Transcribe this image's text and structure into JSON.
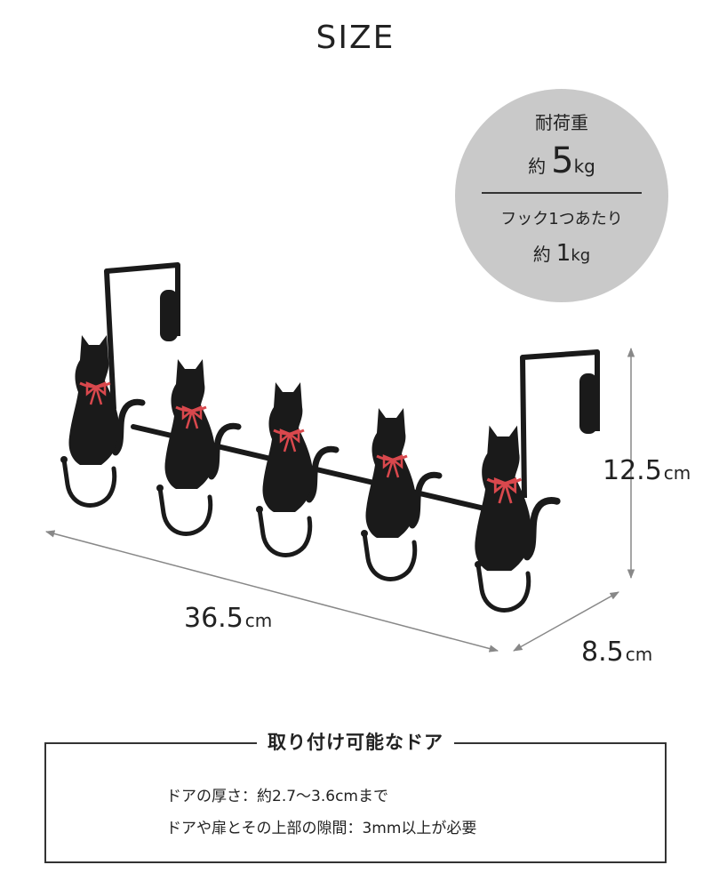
{
  "title": "SIZE",
  "load": {
    "label": "耐荷重",
    "approx": "約",
    "value": "5",
    "unit": "kg",
    "per_hook_label": "フック1つあたり",
    "per_hook_approx": "約",
    "per_hook_value": "1",
    "per_hook_unit": "kg"
  },
  "dimensions": {
    "width_value": "36.5",
    "width_unit": "cm",
    "height_value": "12.5",
    "height_unit": "cm",
    "depth_value": "8.5",
    "depth_unit": "cm"
  },
  "door_info": {
    "title": "取り付け可能なドア",
    "line1": "ドアの厚さ：約2.7〜3.6cmまで",
    "line2": "ドアや扉とその上部の隙間：3mm以上が必要"
  },
  "colors": {
    "circle": "#c9c9c9",
    "product": "#1a1a1a",
    "ribbon": "#d9484d",
    "arrow": "#888888"
  },
  "icons": {
    "hook": "cat-hook-icon"
  }
}
